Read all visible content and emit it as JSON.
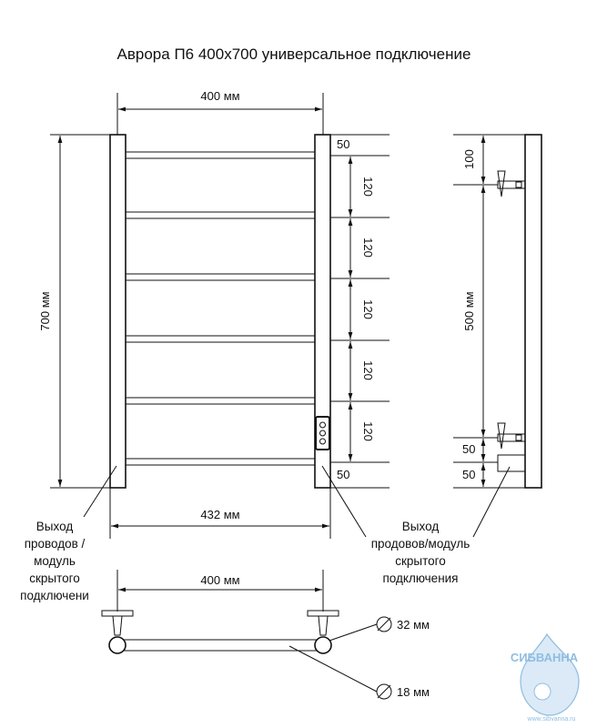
{
  "title": "Аврора П6 400x700 универсальное подключение",
  "front": {
    "width_top": "400 мм",
    "height": "700 мм",
    "width_bottom": "432 мм",
    "offset_top": "50",
    "offset_bottom": "50",
    "pitches": [
      "120",
      "120",
      "120",
      "120",
      "120"
    ]
  },
  "side": {
    "top_offset": "100",
    "mount_distance": "500 мм",
    "bottom_a": "50",
    "bottom_b": "50"
  },
  "top_view": {
    "width": "400 мм",
    "diam_outer": "32 мм",
    "diam_inner": "18 мм"
  },
  "notes": {
    "left": [
      "Выход",
      "проводов /",
      "модуль",
      "скрытого",
      "подключени"
    ],
    "right": [
      "Выход",
      "продовов/модуль",
      "скрытого",
      "подключения"
    ]
  },
  "logo": {
    "text": "СИБВАННА",
    "url": "www.sibvanna.ru",
    "color": "#6aa8d8"
  }
}
